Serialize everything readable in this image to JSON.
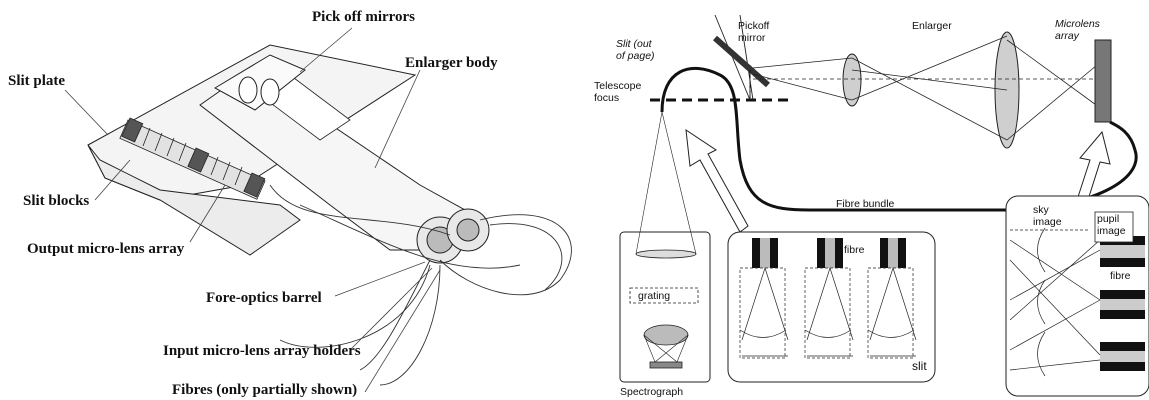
{
  "left_diagram": {
    "labels": {
      "pick_off_mirrors": "Pick off mirrors",
      "enlarger_body": "Enlarger body",
      "slit_plate": "Slit plate",
      "slit_blocks": "Slit blocks",
      "output_micro_lens_array": "Output micro-lens array",
      "fore_optics_barrel": "Fore-optics barrel",
      "input_micro_lens_array_holders": "Input micro-lens array holders",
      "fibres": "Fibres (only partially shown)"
    }
  },
  "right_diagram": {
    "labels": {
      "pickoff_line1": "Pickoff",
      "pickoff_line2": "mirror",
      "enlarger": "Enlarger",
      "microlens_line1": "Microlens",
      "microlens_line2": "array",
      "slit_line1": "Slit (out",
      "slit_line2": "of page)",
      "telescope_line1": "Telescope",
      "telescope_line2": "focus",
      "fibre_bundle": "Fibre bundle",
      "grating": "grating",
      "spectrograph": "Spectrograph",
      "fibre_mid": "fibre",
      "slit": "slit",
      "sky_line1": "sky",
      "sky_line2": "image",
      "pupil_line1": "pupil",
      "pupil_line2": "image",
      "fibre_right": "fibre"
    }
  }
}
